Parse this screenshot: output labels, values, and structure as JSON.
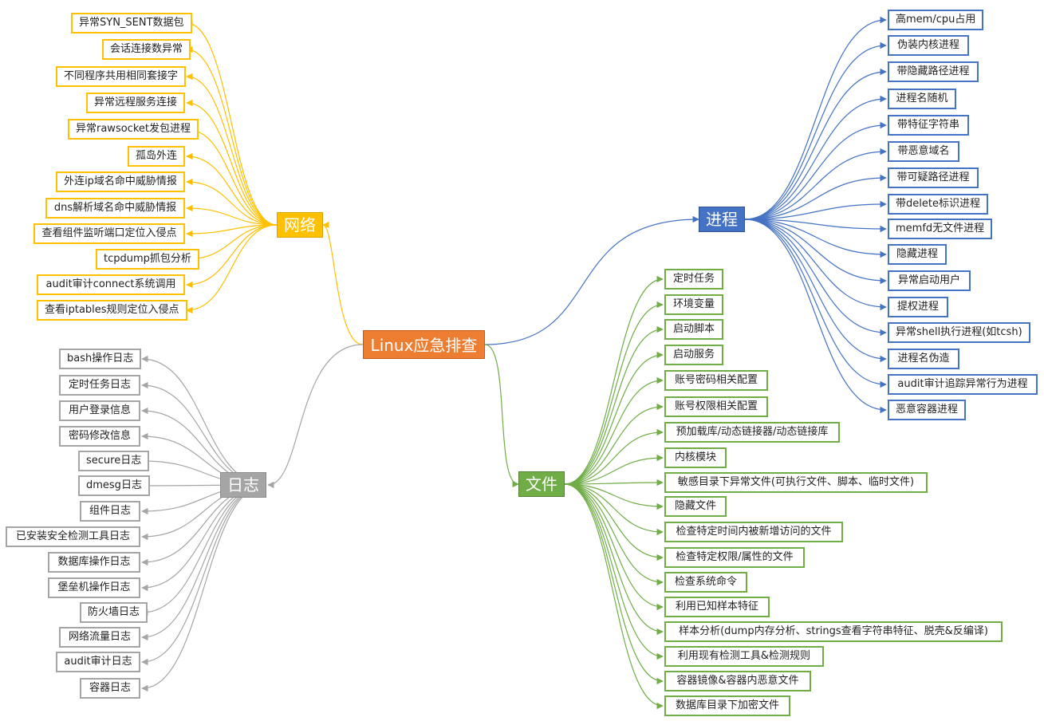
{
  "root": {
    "label": "Linux应急排查",
    "color": "#ED7D31"
  },
  "branches": {
    "network": {
      "label": "网络",
      "color": "#FFC000",
      "items": [
        "异常SYN_SENT数据包",
        "会话连接数异常",
        "不同程序共用相同套接字",
        "异常远程服务连接",
        "异常rawsocket发包进程",
        "孤岛外连",
        "外连ip域名命中威胁情报",
        "dns解析域名命中威胁情报",
        "查看组件监听端口定位入侵点",
        "tcpdump抓包分析",
        "audit审计connect系统调用",
        "查看iptables规则定位入侵点"
      ]
    },
    "logs": {
      "label": "日志",
      "color": "#A5A5A5",
      "items": [
        "bash操作日志",
        "定时任务日志",
        "用户登录信息",
        "密码修改信息",
        "secure日志",
        "dmesg日志",
        "组件日志",
        "已安装安全检测工具日志",
        "数据库操作日志",
        "堡垒机操作日志",
        "防火墙日志",
        "网络流量日志",
        "audit审计日志",
        "容器日志"
      ]
    },
    "process": {
      "label": "进程",
      "color": "#4472C4",
      "items": [
        "高mem/cpu占用",
        "伪装内核进程",
        "带隐藏路径进程",
        "进程名随机",
        "带特征字符串",
        "带恶意域名",
        "带可疑路径进程",
        "带delete标识进程",
        "memfd无文件进程",
        "隐藏进程",
        "异常启动用户",
        "提权进程",
        "异常shell执行进程(如tcsh)",
        "进程名伪造",
        "audit审计追踪异常行为进程",
        "恶意容器进程"
      ]
    },
    "files": {
      "label": "文件",
      "color": "#70AD47",
      "items": [
        "定时任务",
        "环境变量",
        "启动脚本",
        "启动服务",
        "账号密码相关配置",
        "账号权限相关配置",
        "预加载库/动态链接器/动态链接库",
        "内核模块",
        "敏感目录下异常文件(可执行文件、脚本、临时文件)",
        "隐藏文件",
        "检查特定时间内被新增访问的文件",
        "检查特定权限/属性的文件",
        "检查系统命令",
        "利用已知样本特征",
        "样本分析(dump内存分析、strings查看字符串特征、脱壳&反编译)",
        "利用现有检测工具&检测规则",
        "容器镜像&容器内恶意文件",
        "数据库目录下加密文件"
      ]
    }
  }
}
